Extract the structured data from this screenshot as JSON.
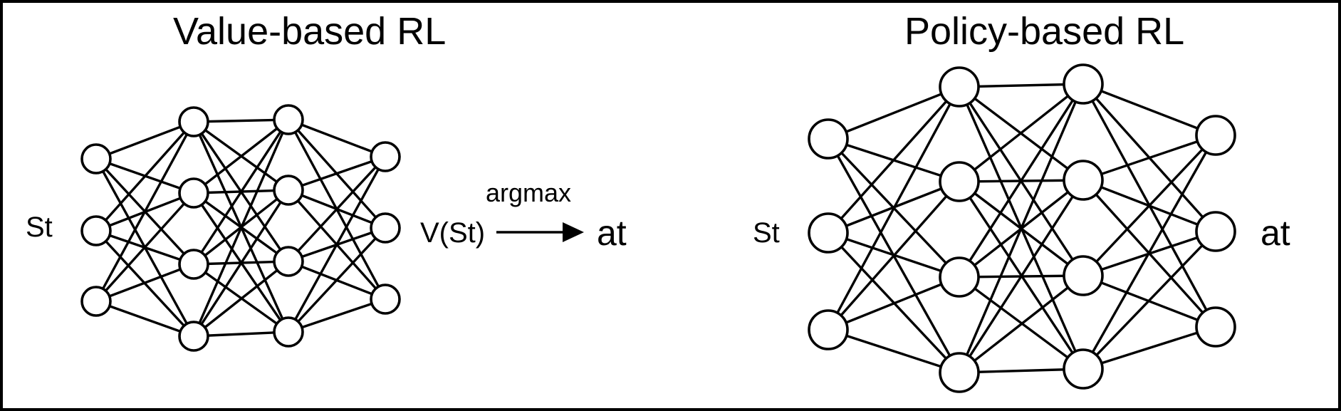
{
  "value_based": {
    "title": "Value-based RL",
    "input_label": "St",
    "output_label": "V(St)",
    "arrow_label": "argmax",
    "action_label": "at",
    "layers": [
      3,
      4,
      4,
      3
    ]
  },
  "policy_based": {
    "title": "Policy-based RL",
    "input_label": "St",
    "output_label": "at",
    "layers": [
      3,
      4,
      4,
      3
    ]
  }
}
